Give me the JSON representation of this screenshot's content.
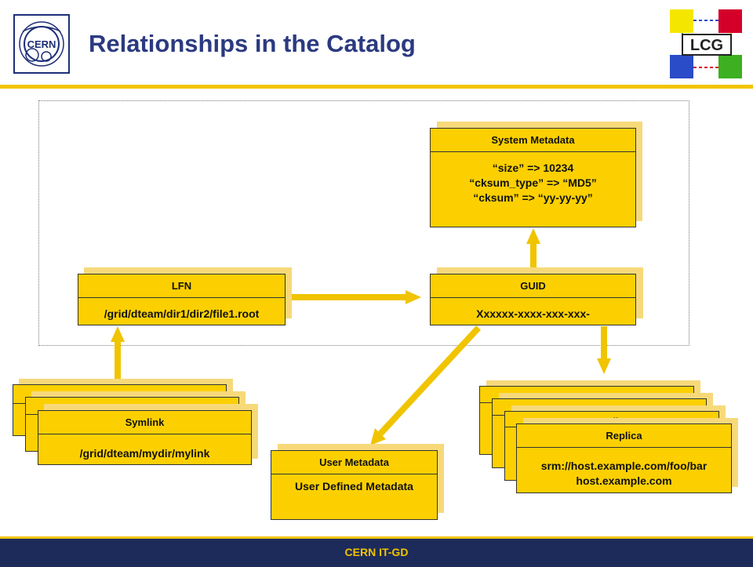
{
  "header": {
    "title": "Relationships in the Catalog"
  },
  "footer": {
    "text": "CERN IT-GD"
  },
  "logos": {
    "left": "CERN",
    "right": "LCG"
  },
  "colors": {
    "accent": "#f0c400",
    "box_fill": "#fcd000",
    "title": "#2b3a80",
    "footer_bg": "#1d2b5a"
  },
  "nodes": {
    "system_metadata": {
      "header": "System Metadata",
      "lines": [
        "“size” => 10234",
        "“cksum_type” => “MD5”",
        "“cksum” => “yy-yy-yy”"
      ]
    },
    "lfn": {
      "header": "LFN",
      "value": "/grid/dteam/dir1/dir2/file1.root"
    },
    "guid": {
      "header": "GUID",
      "value": "Xxxxxx-xxxx-xxx-xxx-"
    },
    "symlinks": [
      {
        "header": "Symlink"
      },
      {
        "header": "Symlink"
      },
      {
        "header": "Symlink",
        "value": "/grid/dteam/mydir/mylink"
      }
    ],
    "user_metadata": {
      "header": "User Metadata",
      "value": "User Defined Metadata"
    },
    "replicas": [
      {
        "header": "Replica"
      },
      {
        "header": "Replica"
      },
      {
        "header": "Replica"
      },
      {
        "header": "Replica",
        "lines": [
          "srm://host.example.com/foo/bar",
          "host.example.com"
        ]
      }
    ]
  }
}
